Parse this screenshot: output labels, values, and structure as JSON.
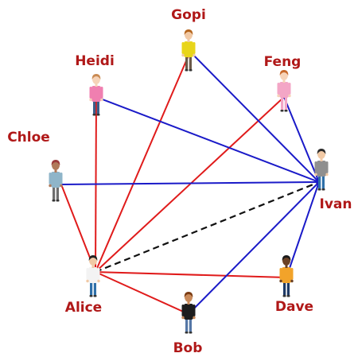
{
  "people": [
    {
      "id": "gopi",
      "name": "Gopi",
      "shirt": "#e8d51a",
      "pants": "#6b5b4a",
      "hair": "#b5651d",
      "skin": "#f1c9a5"
    },
    {
      "id": "feng",
      "name": "Feng",
      "shirt": "#f3a6c6",
      "pants": "#f3a6c6",
      "hair": "#c8692b",
      "skin": "#f6d3b8"
    },
    {
      "id": "heidi",
      "name": "Heidi",
      "shirt": "#f07fb0",
      "pants": "#3b5f8a",
      "hair": "#c98a52",
      "skin": "#f6d3b8"
    },
    {
      "id": "chloe",
      "name": "Chloe",
      "shirt": "#8fb5c9",
      "pants": "#6e6e6e",
      "hair": "#9b3a3a",
      "skin": "#b07a5a"
    },
    {
      "id": "ivan",
      "name": "Ivan",
      "shirt": "#8f8f8f",
      "pants": "#2e6fa8",
      "hair": "#2a2a2a",
      "skin": "#f1c9a5"
    },
    {
      "id": "alice",
      "name": "Alice",
      "shirt": "#f3f3f3",
      "pants": "#2e6fa8",
      "hair": "#222222",
      "skin": "#f1c9a5"
    },
    {
      "id": "dave",
      "name": "Dave",
      "shirt": "#f2a32a",
      "pants": "#1f3a66",
      "hair": "#1a1a1a",
      "skin": "#6b4226"
    },
    {
      "id": "bob",
      "name": "Bob",
      "shirt": "#1d1d1d",
      "pants": "#5577a6",
      "hair": "#7a3b12",
      "skin": "#c98a5a"
    }
  ],
  "edges": [
    {
      "from": "alice",
      "to": "gopi",
      "type": "red"
    },
    {
      "from": "alice",
      "to": "feng",
      "type": "red"
    },
    {
      "from": "alice",
      "to": "heidi",
      "type": "red"
    },
    {
      "from": "alice",
      "to": "chloe",
      "type": "red"
    },
    {
      "from": "alice",
      "to": "dave",
      "type": "red"
    },
    {
      "from": "alice",
      "to": "bob",
      "type": "red"
    },
    {
      "from": "alice",
      "to": "ivan",
      "type": "dashed"
    },
    {
      "from": "ivan",
      "to": "gopi",
      "type": "blue"
    },
    {
      "from": "ivan",
      "to": "feng",
      "type": "blue"
    },
    {
      "from": "ivan",
      "to": "heidi",
      "type": "blue"
    },
    {
      "from": "ivan",
      "to": "chloe",
      "type": "blue"
    },
    {
      "from": "ivan",
      "to": "dave",
      "type": "blue"
    },
    {
      "from": "ivan",
      "to": "bob",
      "type": "blue"
    }
  ],
  "colors": {
    "label": "#b01818",
    "red": "#e01b1b",
    "blue": "#1a1ac8",
    "dashed": "#111111"
  }
}
